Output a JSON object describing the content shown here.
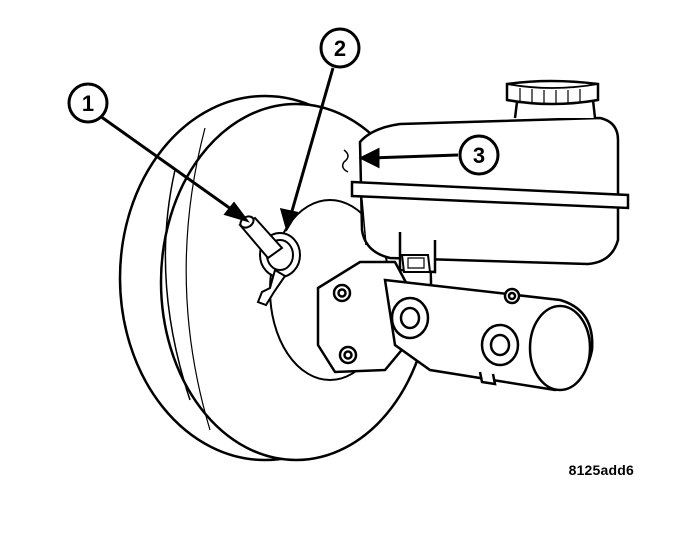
{
  "callouts": [
    {
      "id": "1",
      "label": "1"
    },
    {
      "id": "2",
      "label": "2"
    },
    {
      "id": "3",
      "label": "3"
    }
  ],
  "figure_code": "8125add6",
  "colors": {
    "line": "#000000",
    "fill": "#ffffff"
  }
}
